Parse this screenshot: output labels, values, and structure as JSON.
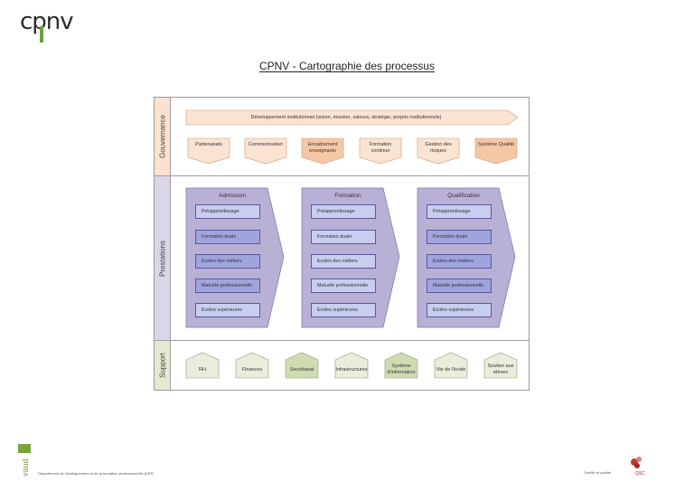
{
  "logo": {
    "text": "cpnv"
  },
  "title": "CPNV - Cartographie des processus",
  "bands": {
    "gouvernance": "Gouvernance",
    "prestations": "Prestations",
    "support": "Support"
  },
  "gouvernance": {
    "arrow": "Développement institutionnel (vision, mission, valeurs, stratégie, projets institutionnels)",
    "boxes": [
      "Partenariats",
      "Communication",
      "Encadrement enseignants",
      "Formation continue",
      "Gestion des risques",
      "Système Qualité"
    ]
  },
  "prestations": {
    "columns": [
      {
        "title": "Admission",
        "items": [
          "Préapprentissage",
          "Formation duale",
          "Ecoles des métiers",
          "Maturité professionnelle",
          "Ecoles supérieures"
        ]
      },
      {
        "title": "Formation",
        "items": [
          "Préapprentissage",
          "Formation duale",
          "Ecoles des métiers",
          "Maturité professionnelle",
          "Ecoles supérieures"
        ]
      },
      {
        "title": "Qualification",
        "items": [
          "Préapprentissage",
          "Formation duale",
          "Ecoles des métiers",
          "Maturité professionnelle",
          "Ecoles supérieures"
        ]
      }
    ]
  },
  "support": {
    "boxes": [
      "RH",
      "Finances",
      "Secrétariat",
      "Infrastructures",
      "Système d'information",
      "Vie de l'école",
      "Soutien aux élèves"
    ]
  },
  "footer": {
    "department": "Département de l'enseignement et de la formation professionnelle (DEF)",
    "certif": "Certifié et qualité",
    "vaud": "vaud",
    "qsc": "QSC"
  },
  "colors": {
    "gov_light": "#fbe3d2",
    "gov_dark": "#f6c7a4",
    "gov_band": "#fbe1cf",
    "prest_band": "#dcd5ea",
    "prest_chevron": "#b9b0d6",
    "prest_box_light": "#c9cdef",
    "prest_box_dark": "#9fa4dc",
    "sup_band": "#e3ead2",
    "sup_light": "#e8eedb",
    "sup_dark": "#cfdcb2"
  }
}
